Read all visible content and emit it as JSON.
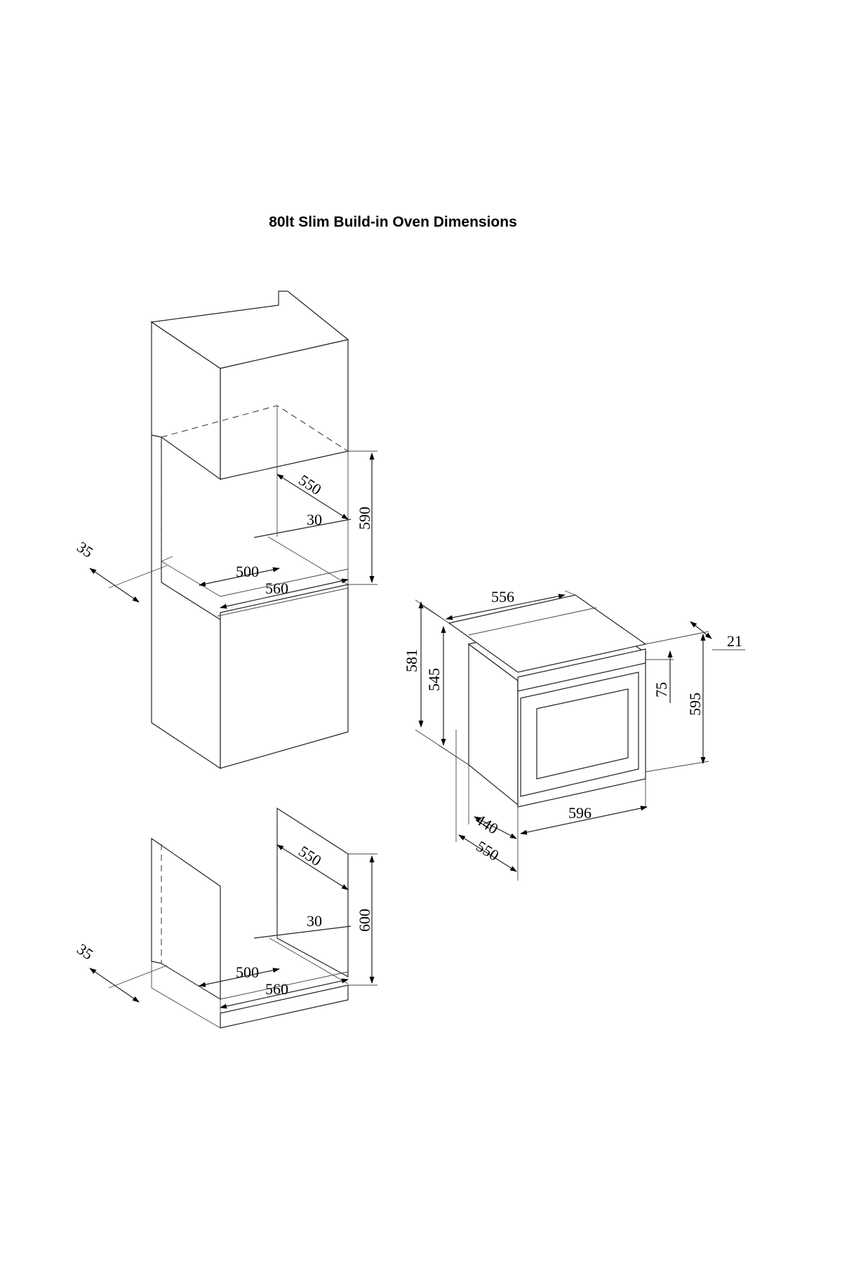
{
  "title": "80lt Slim Build-in Oven Dimensions",
  "tall_cabinet": {
    "depth_inner": "550",
    "gap": "30",
    "height": "590",
    "offset": "35",
    "width_inner": "500",
    "width_outer": "560"
  },
  "base_cabinet": {
    "depth_inner": "550",
    "gap": "30",
    "height": "600",
    "offset": "35",
    "width_inner": "500",
    "width_outer": "560"
  },
  "oven": {
    "width_top": "556",
    "height_body": "581",
    "height_cavity": "545",
    "panel_depth": "21",
    "panel_height": "75",
    "height_total": "595",
    "width_front": "596",
    "depth_body": "440",
    "depth_total": "550"
  }
}
